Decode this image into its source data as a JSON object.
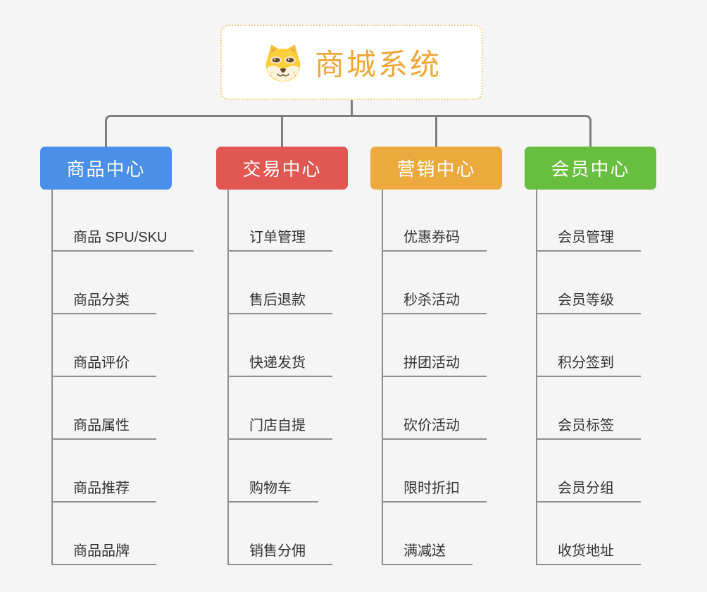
{
  "root": {
    "title": "商城系统"
  },
  "branches": [
    {
      "label": "商品中心",
      "color": "#4a90e8",
      "children": [
        "商品 SPU/SKU",
        "商品分类",
        "商品评价",
        "商品属性",
        "商品推荐",
        "商品品牌"
      ]
    },
    {
      "label": "交易中心",
      "color": "#e25752",
      "children": [
        "订单管理",
        "售后退款",
        "快递发货",
        "门店自提",
        "购物车",
        "销售分佣"
      ]
    },
    {
      "label": "营销中心",
      "color": "#ecaa3e",
      "children": [
        "优惠券码",
        "秒杀活动",
        "拼团活动",
        "砍价活动",
        "限时折扣",
        "满减送"
      ]
    },
    {
      "label": "会员中心",
      "color": "#68be3e",
      "children": [
        "会员管理",
        "会员等级",
        "积分签到",
        "会员标签",
        "会员分组",
        "收货地址"
      ]
    }
  ],
  "icons": {
    "root": "dog-face-icon"
  },
  "colors": {
    "background": "#f5f5f6",
    "root_title": "#f0a737",
    "root_border": "#f4c87a",
    "connector": "#7e7e7e",
    "leaf_line": "#8f8f8f",
    "leaf_text": "#333333",
    "node_text": "#ffffff"
  }
}
